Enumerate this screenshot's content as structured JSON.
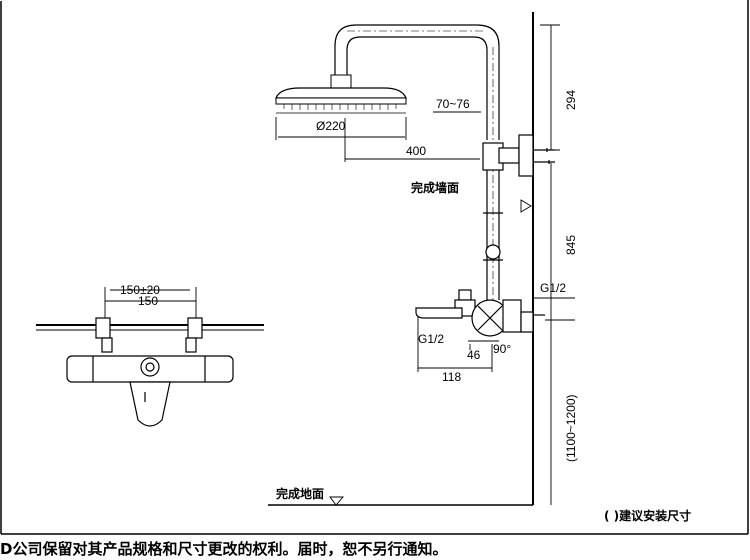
{
  "labels": {
    "head_diameter": "Ø220",
    "arm_range": "70~76",
    "arm_offset": "400",
    "top_height": "294",
    "wall_label": "完成墙面",
    "mid_height": "845",
    "g_right": "G1/2",
    "g_left": "G1/2",
    "angle": "90°",
    "spout_46": "46",
    "spout_118": "118",
    "bottom_range": "(1100~1200)",
    "floor_label": "完成地面",
    "note": "(   )建议安装尺寸",
    "front_range": "150±20",
    "front_center": "150"
  },
  "footer": {
    "text": "D公司保留对其产品规格和尺寸更改的权利。届时，恕不另行通知。"
  },
  "colors": {
    "line": "#000000",
    "fill_light": "#f2f2f2",
    "shade": "#cfcfcf"
  }
}
